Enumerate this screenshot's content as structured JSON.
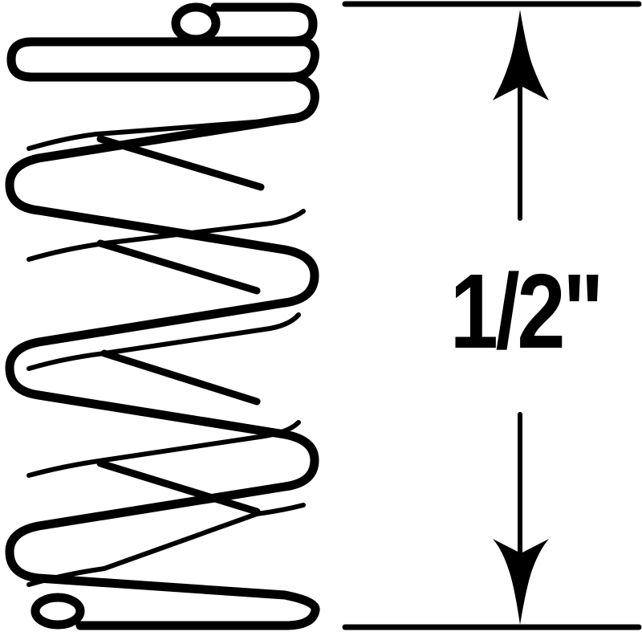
{
  "diagram": {
    "subject": "compression spring",
    "dimension": {
      "label": "1/2\"",
      "orientation": "vertical",
      "arrow_top": "up-arrow",
      "arrow_bottom": "down-arrow"
    },
    "colors": {
      "stroke": "#000000",
      "background": "#ffffff"
    }
  }
}
